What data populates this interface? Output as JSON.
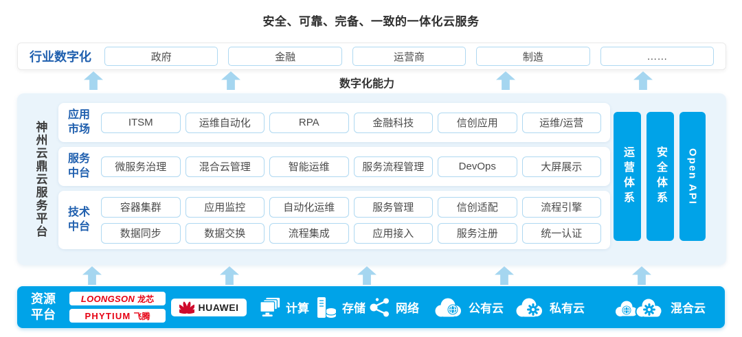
{
  "title": "安全、可靠、完备、一致的一体化云服务",
  "industry_band": {
    "label": "行业数字化",
    "items": [
      "政府",
      "金融",
      "运营商",
      "制造",
      "……"
    ]
  },
  "capability_label": "数字化能力",
  "platform": {
    "name": "神州云鼎云服务平台",
    "rows": [
      {
        "label": "应用市场",
        "lines": [
          [
            "ITSM",
            "运维自动化",
            "RPA",
            "金融科技",
            "信创应用",
            "运维/运营"
          ]
        ]
      },
      {
        "label": "服务中台",
        "lines": [
          [
            "微服务治理",
            "混合云管理",
            "智能运维",
            "服务流程管理",
            "DevOps",
            "大屏展示"
          ]
        ]
      },
      {
        "label": "技术中台",
        "lines": [
          [
            "容器集群",
            "应用监控",
            "自动化运维",
            "服务管理",
            "信创适配",
            "流程引擎"
          ],
          [
            "数据同步",
            "数据交换",
            "流程集成",
            "应用接入",
            "服务注册",
            "统一认证"
          ]
        ]
      }
    ],
    "side_bars": [
      "运营体系",
      "安全体系",
      "Open API"
    ]
  },
  "resource": {
    "label": "资源平台",
    "vendors": {
      "loongson": {
        "latin": "LOONGSON",
        "cjk": "龙芯"
      },
      "phytium": {
        "latin": "PHYTIUM",
        "cjk": "飞腾"
      },
      "huawei": "HUAWEI"
    },
    "items": [
      {
        "icon": "compute-icon",
        "label": "计算"
      },
      {
        "icon": "storage-icon",
        "label": "存储"
      },
      {
        "icon": "network-icon",
        "label": "网络"
      },
      {
        "icon": "public-cloud-icon",
        "label": "公有云"
      },
      {
        "icon": "private-cloud-icon",
        "label": "私有云"
      },
      {
        "icon": "hybrid-cloud-icon",
        "label": "混合云"
      }
    ]
  },
  "colors": {
    "accent_blue": "#00a3e8",
    "arrow_blue": "#a5d6f0",
    "panel_blue": "#eaf4fb",
    "chip_border": "#aed8f1",
    "label_blue": "#1f5fae",
    "logo_red": "#e60012",
    "huawei_red": "#cf0a2c"
  }
}
